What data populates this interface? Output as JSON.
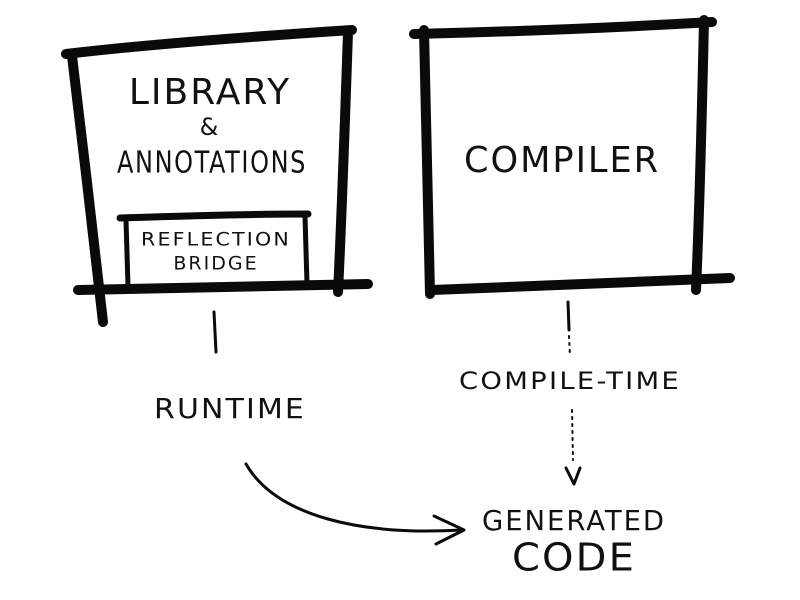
{
  "library_box": {
    "title_line1": "LIBRARY",
    "title_amp": "&",
    "title_line2": "ANNOTATIONS",
    "bridge_line1": "REFLECTION",
    "bridge_line2": "BRIDGE"
  },
  "compiler_box": {
    "title": "COMPILER"
  },
  "labels": {
    "runtime": "RUNTIME",
    "compile_time": "COMPILE-TIME",
    "generated_line1": "GENERATED",
    "generated_line2": "CODE"
  },
  "colors": {
    "ink": "#0a0a0a",
    "background": "#ffffff"
  }
}
